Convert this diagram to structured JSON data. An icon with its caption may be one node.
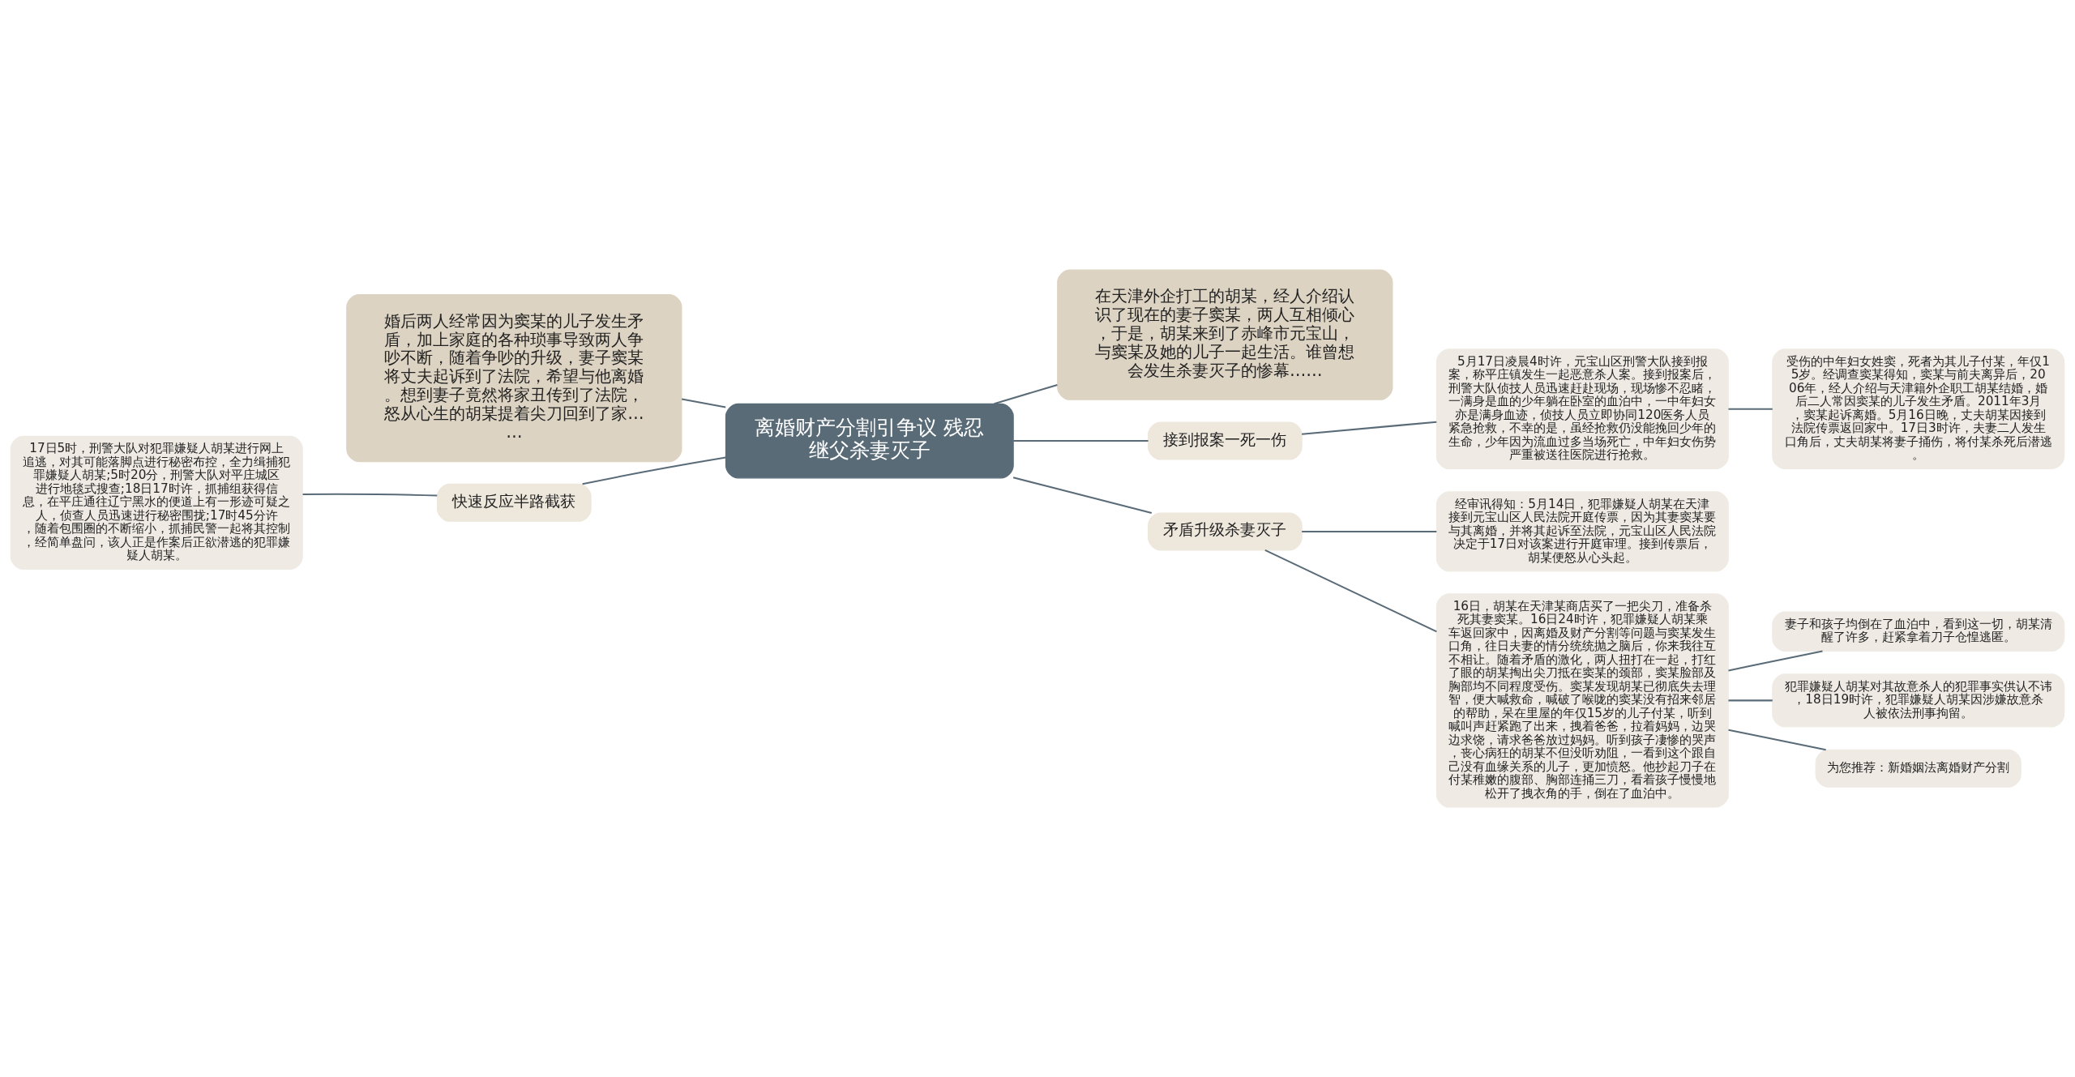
{
  "diagram": {
    "nodes": [
      {
        "text": [
          "离婚财产分割引争议 残忍继父杀妻灭子"
        ]
      },
      {
        "text": [
          "在天津外企打工的胡某，经人介绍认识了现在的妻子窦某，两人互相倾心，于是，胡某来到了赤峰市元宝山，与窦某及她的儿子一起生活。谁曾想会发生杀妻灭子的惨幕……"
        ]
      },
      {
        "text": [
          "接到报案一死一伤"
        ]
      },
      {
        "text": [
          "5月17日凌晨4时许，元宝山区刑警大队接到报案，称平庄镇发生一起恶意杀人案。接到报案后，刑警大队侦技人员迅速赶赴现场，现场惨不忍睹，一满身是血的少年躺在卧室的血泊中，一中年妇女亦是满身血迹，侦技人员立即协同120医务人员紧急抢救，不幸的是，虽经抢救仍没能挽回少年的生命，少年因为流血过多当场死亡，中年妇女伤势严重被送往医院进行抢救。"
        ]
      },
      {
        "text": [
          "受伤的中年妇女姓窦，死者为其儿子付某，年仅15岁。经调查窦某得知，窦某与前夫离异后，2006年，经人介绍与天津籍外企职工胡某结婚，婚后二人常因窦某的儿子发生矛盾。2011年3月，窦某起诉离婚。5月16日晚，丈夫胡某因接到法院传票返回家中。17日3时许，夫妻二人发生口角后，丈夫胡某将妻子捅伤，将付某杀死后潜逃。"
        ]
      },
      {
        "text": [
          "矛盾升级杀妻灭子"
        ]
      },
      {
        "text": [
          "经审讯得知：5月14日，犯罪嫌疑人胡某在天津接到元宝山区人民法院开庭传票，因为其妻窦某要与其离婚，并将其起诉至法院，元宝山区人民法院决定于17日对该案进行开庭审理。接到传票后，胡某便怒从心头起。"
        ]
      },
      {
        "text": [
          "16日，胡某在天津某商店买了一把尖刀，准备杀死其妻窦某。16日24时许，犯罪嫌疑人胡某乘车返回家中，因离婚及财产分割等问题与窦某发生口角，往日夫妻的情分统统抛之脑后，你来我往互不相让。随着矛盾的激化，两人扭打在一起，打红了眼的胡某掏出尖刀抵在窦某的颈部，窦某脸部及胸部均不同程度受伤。窦某发现胡某已彻底失去理智，便大喊救命，喊破了喉咙的窦某没有招来邻居的帮助，呆在里屋的年仅15岁的儿子付某，听到喊叫声赶紧跑了出来，拽着爸爸，拉着妈妈，边哭边求饶，请求爸爸放过妈妈。听到孩子凄惨的哭声，丧心病狂的胡某不但没听劝阻，一看到这个跟自己没有血缘关系的儿子，更加愤怒。他抄起刀子在付某稚嫩的腹部、胸部连捅三刀，看着孩子慢慢地松开了拽衣角的手，倒在了血泊中。"
        ]
      },
      {
        "text": [
          "妻子和孩子均倒在了血泊中，看到这一切，胡某清醒了许多，赶紧拿着刀子仓惶逃匿。"
        ]
      },
      {
        "text": [
          "犯罪嫌疑人胡某对其故意杀人的犯罪事实供认不讳，18日19时许，犯罪嫌疑人胡某因涉嫌故意杀人被依法刑事拘留。"
        ]
      },
      {
        "text": [
          "为您推荐：新婚姻法离婚财产分割"
        ]
      },
      {
        "text": [
          "婚后两人经常因为窦某的儿子发生矛盾，加上家庭的各种琐事导致两人争吵不断，随着争吵的升级，妻子窦某将丈夫起诉到了法院，希望与他离婚。想到妻子竟然将家丑传到了法院，怒从心生的胡某提着尖刀回到了家……"
        ]
      },
      {
        "text": [
          "快速反应半路截获"
        ]
      },
      {
        "text": [
          "17日5时，刑警大队对犯罪嫌疑人胡某进行网上追逃，对其可能落脚点进行秘密布控，全力缉捕犯罪嫌疑人胡某;5时20分，刑警大队对平庄城区进行地毯式搜查;18日17时许，抓捕组获得信息，在平庄通往辽宁黑水的便道上有一形迹可疑之人，侦查人员迅速进行秘密围拢;17时45分许，随着包围圈的不断缩小，抓捕民警一起将其控制，经简单盘问，该人正是作案后正欲潜逃的犯罪嫌疑人胡某。"
        ]
      }
    ],
    "edges": [
      {
        "from": 0,
        "to": 1,
        "arrow": "none"
      },
      {
        "from": 0,
        "to": 2,
        "arrow": "none"
      },
      {
        "from": 2,
        "to": 3,
        "arrow": "none"
      },
      {
        "from": 3,
        "to": 4,
        "arrow": "none"
      },
      {
        "from": 0,
        "to": 5,
        "arrow": "none"
      },
      {
        "from": 5,
        "to": 6,
        "arrow": "none"
      },
      {
        "from": 5,
        "to": 7,
        "arrow": "none"
      },
      {
        "from": 7,
        "to": 8,
        "arrow": "none"
      },
      {
        "from": 7,
        "to": 9,
        "arrow": "none"
      },
      {
        "from": 7,
        "to": 10,
        "arrow": "none"
      },
      {
        "from": 0,
        "to": 11,
        "arrow": "none"
      },
      {
        "from": 0,
        "to": 12,
        "arrow": "none"
      },
      {
        "from": 12,
        "to": 13,
        "arrow": "none"
      }
    ]
  }
}
